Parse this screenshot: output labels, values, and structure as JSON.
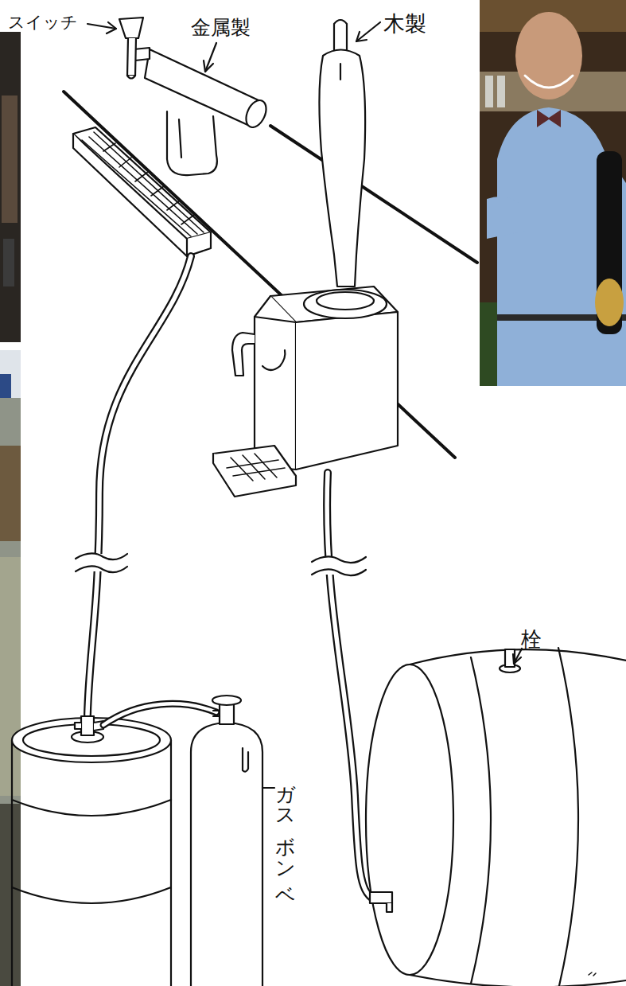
{
  "diagram": {
    "labels": [
      "スイッチ",
      "金属製",
      "木製",
      "栓",
      "ガスボンベ"
    ]
  }
}
